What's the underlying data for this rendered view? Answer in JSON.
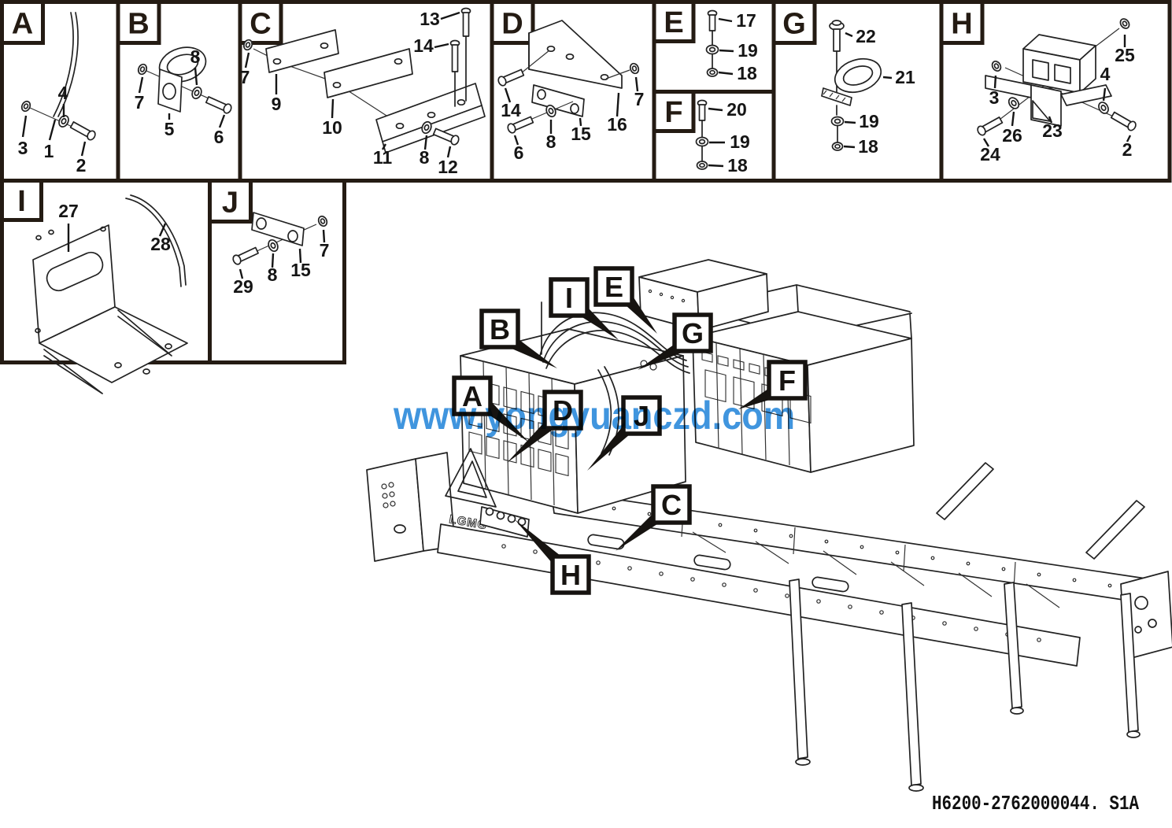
{
  "watermark": {
    "text": "www.yongyuanczd.com",
    "color": "#1e82d8"
  },
  "drawing_number": "H6200-2762000044. S1A",
  "brand": {
    "logo_text": "LGMG"
  },
  "panels": {
    "A": {
      "letter": "A",
      "labels": [
        "4",
        "3",
        "1",
        "2"
      ]
    },
    "B": {
      "letter": "B",
      "labels": [
        "8",
        "7",
        "5",
        "6"
      ]
    },
    "C": {
      "letter": "C",
      "labels": [
        "13",
        "14",
        "7",
        "9",
        "10",
        "11",
        "8",
        "12"
      ]
    },
    "D": {
      "letter": "D",
      "labels": [
        "14",
        "6",
        "8",
        "15",
        "16",
        "7"
      ]
    },
    "E": {
      "letter": "E",
      "labels": [
        "17",
        "19",
        "18"
      ]
    },
    "F": {
      "letter": "F",
      "labels": [
        "20",
        "19",
        "18"
      ]
    },
    "G": {
      "letter": "G",
      "labels": [
        "22",
        "21",
        "19",
        "18"
      ]
    },
    "H": {
      "letter": "H",
      "labels": [
        "25",
        "4",
        "3",
        "26",
        "23",
        "24",
        "2"
      ]
    },
    "I": {
      "letter": "I",
      "labels": [
        "27",
        "28"
      ]
    },
    "J": {
      "letter": "J",
      "labels": [
        "29",
        "8",
        "15",
        "7"
      ]
    }
  },
  "main_view": {
    "callouts": {
      "I": "I",
      "E": "E",
      "B": "B",
      "G": "G",
      "A": "A",
      "D": "D",
      "J": "J",
      "F": "F",
      "C": "C",
      "H": "H"
    }
  }
}
